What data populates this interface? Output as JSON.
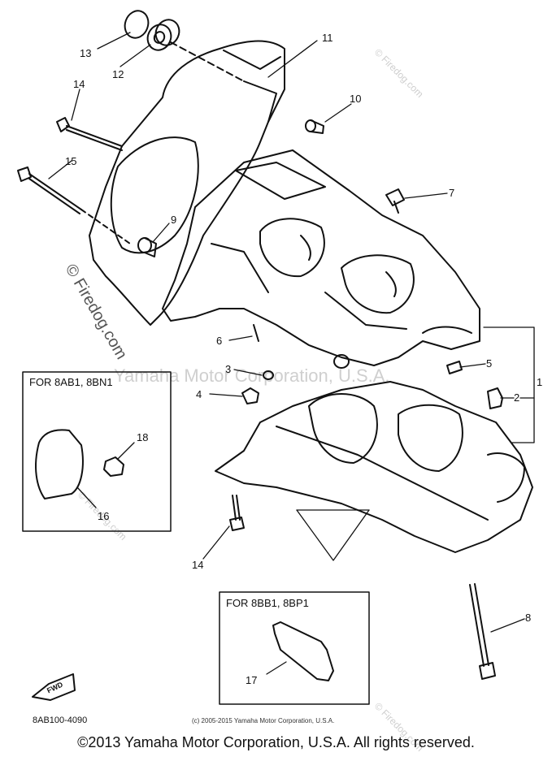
{
  "callouts": {
    "c1": "1",
    "c2": "2",
    "c3": "3",
    "c4": "4",
    "c5": "5",
    "c6": "6",
    "c7": "7",
    "c8": "8",
    "c9": "9",
    "c10": "10",
    "c11": "11",
    "c12": "12",
    "c13": "13",
    "c14a": "14",
    "c14b": "14",
    "c15": "15",
    "c16": "16",
    "c17": "17",
    "c18": "18"
  },
  "inset_left": {
    "title": "FOR 8AB1, 8BN1"
  },
  "inset_right": {
    "title": "FOR 8BB1, 8BP1"
  },
  "fwd_label": "FWD",
  "diagram_code": "8AB100-4090",
  "small_copyright": "(c) 2005-2015 Yamaha Motor Corporation, U.S.A.",
  "footer_copyright": "©2013 Yamaha Motor Corporation, U.S.A. All rights reserved.",
  "watermarks": {
    "center": "Yamaha Motor Corporation, U.S.A.",
    "vertical": "© Firedog.com",
    "small": "© Firedog.com"
  },
  "colors": {
    "line": "#111111",
    "watermark": "#cfcfcf",
    "background": "#ffffff"
  }
}
